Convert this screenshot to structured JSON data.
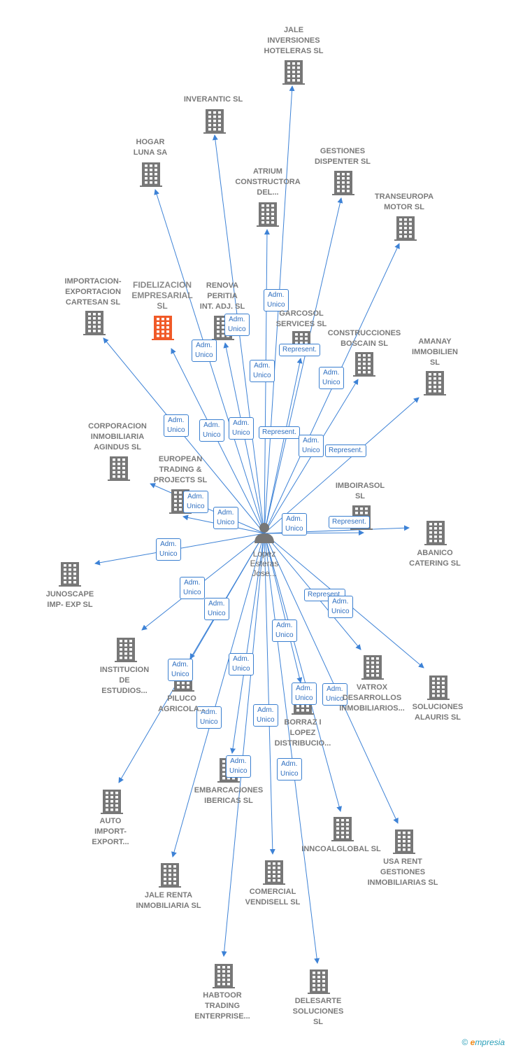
{
  "colors": {
    "edge": "#3d82d6",
    "building": "#777777",
    "main_building": "#f05a28",
    "person": "#777777"
  },
  "person": {
    "id": "p",
    "label": "Lopez\nEsteras\nJose..."
  },
  "nodes": [
    {
      "id": "jale_inv",
      "label": "JALE\nINVERSIONES\nHOTELERAS SL"
    },
    {
      "id": "inverantic",
      "label": "INVERANTIC SL"
    },
    {
      "id": "hogar",
      "label": "HOGAR\nLUNA SA"
    },
    {
      "id": "gestiones",
      "label": "GESTIONES\nDISPENTER SL"
    },
    {
      "id": "atrium",
      "label": "ATRIUM\nCONSTRUCTORA\nDEL..."
    },
    {
      "id": "transeuropa",
      "label": "TRANSEUROPA\nMOTOR SL"
    },
    {
      "id": "importacion",
      "label": "IMPORTACION-\nEXPORTACION\nCARTESAN SL"
    },
    {
      "id": "fidelizacion",
      "label": "FIDELIZACION\nEMPRESARIAL\nSL",
      "main": true
    },
    {
      "id": "renova",
      "label": "RENOVA\nPERITIA\nINT. ADJ. SL"
    },
    {
      "id": "garcosol",
      "label": "GARCOSOL\nSERVICES SL"
    },
    {
      "id": "construcciones",
      "label": "CONSTRUCCIONES\nBOSCAIN SL"
    },
    {
      "id": "amanay",
      "label": "AMANAY\nIMMOBILIEN\nSL"
    },
    {
      "id": "corporacion",
      "label": "CORPORACION\nINMOBILIARIA\nAGINDUS SL"
    },
    {
      "id": "european",
      "label": "EUROPEAN\nTRADING &\nPROJECTS SL"
    },
    {
      "id": "imboirasol",
      "label": "IMBOIRASOL\nSL"
    },
    {
      "id": "abanico",
      "label": "ABANICO\nCATERING SL"
    },
    {
      "id": "junoscape",
      "label": "JUNOSCAPE\nIMP- EXP SL"
    },
    {
      "id": "institucion",
      "label": "INSTITUCION\nDE\nESTUDIOS..."
    },
    {
      "id": "piluco",
      "label": "PILUCO\nAGRICOLA..."
    },
    {
      "id": "vatrox",
      "label": "VATROX\nDESARROLLOS\nINMOBILIARIOS..."
    },
    {
      "id": "soluciones",
      "label": "SOLUCIONES\nALAURIS SL"
    },
    {
      "id": "borraz",
      "label": "BORRAZ I\nLOPEZ\nDISTRIBUCIO..."
    },
    {
      "id": "embarcaciones",
      "label": "EMBARCACIONES\nIBERICAS SL"
    },
    {
      "id": "auto",
      "label": "AUTO\nIMPORT-\nEXPORT..."
    },
    {
      "id": "inncoal",
      "label": "INNCOALGLOBAL SL"
    },
    {
      "id": "usarent",
      "label": "USA RENT\nGESTIONES\nINMOBILIARIAS SL"
    },
    {
      "id": "jale_renta",
      "label": "JALE RENTA\nINMOBILIARIA SL"
    },
    {
      "id": "comercial",
      "label": "COMERCIAL\nVENDISELL SL"
    },
    {
      "id": "habtoor",
      "label": "HABTOOR\nTRADING\nENTERPRISE..."
    },
    {
      "id": "delesarte",
      "label": "DELESARTE\nSOLUCIONES\nSL"
    }
  ],
  "edges": [
    {
      "to": "jale_inv",
      "label": "Adm.\nUnico"
    },
    {
      "to": "inverantic",
      "label": "Adm.\nUnico"
    },
    {
      "to": "hogar",
      "label": "Adm.\nUnico"
    },
    {
      "to": "gestiones",
      "label": "Represent."
    },
    {
      "to": "atrium",
      "label": "Adm.\nUnico"
    },
    {
      "to": "transeuropa",
      "label": "Adm.\nUnico"
    },
    {
      "to": "importacion",
      "label": "Adm.\nUnico"
    },
    {
      "to": "fidelizacion",
      "label": "Adm.\nUnico"
    },
    {
      "to": "renova",
      "label": "Adm.\nUnico"
    },
    {
      "to": "garcosol",
      "label": "Represent."
    },
    {
      "to": "construcciones",
      "label": "Adm.\nUnico"
    },
    {
      "to": "amanay",
      "label": "Represent."
    },
    {
      "to": "european",
      "label": "Adm.\nUnico"
    },
    {
      "to": "imboirasol",
      "label": "Adm.\nUnico"
    },
    {
      "to": "abanico",
      "label": "Represent."
    },
    {
      "to": "junoscape",
      "label": "Adm.\nUnico"
    },
    {
      "to": "institucion",
      "label": "Adm.\nUnico"
    },
    {
      "to": "piluco",
      "label": "Adm.\nUnico"
    },
    {
      "to": "vatrox",
      "label": "Represent."
    },
    {
      "to": "soluciones",
      "label": "Adm.\nUnico"
    },
    {
      "to": "borraz",
      "label": "Adm.\nUnico"
    },
    {
      "to": "embarcaciones",
      "label": "Adm.\nUnico"
    },
    {
      "to": "auto",
      "label": "Adm.\nUnico"
    },
    {
      "to": "inncoal",
      "label": "Adm.\nUnico"
    },
    {
      "to": "usarent",
      "label": "Adm.\nUnico"
    },
    {
      "to": "jale_renta",
      "label": "Adm.\nUnico"
    },
    {
      "to": "comercial",
      "label": "Adm.\nUnico"
    },
    {
      "to": "habtoor",
      "label": "Adm.\nUnico"
    },
    {
      "to": "delesarte",
      "label": "Adm.\nUnico"
    },
    {
      "to": "corporacion",
      "label": "Adm.\nUnico"
    }
  ],
  "footer": {
    "copyright": "©",
    "brand_e": "e",
    "brand_rest": "mpresia"
  }
}
